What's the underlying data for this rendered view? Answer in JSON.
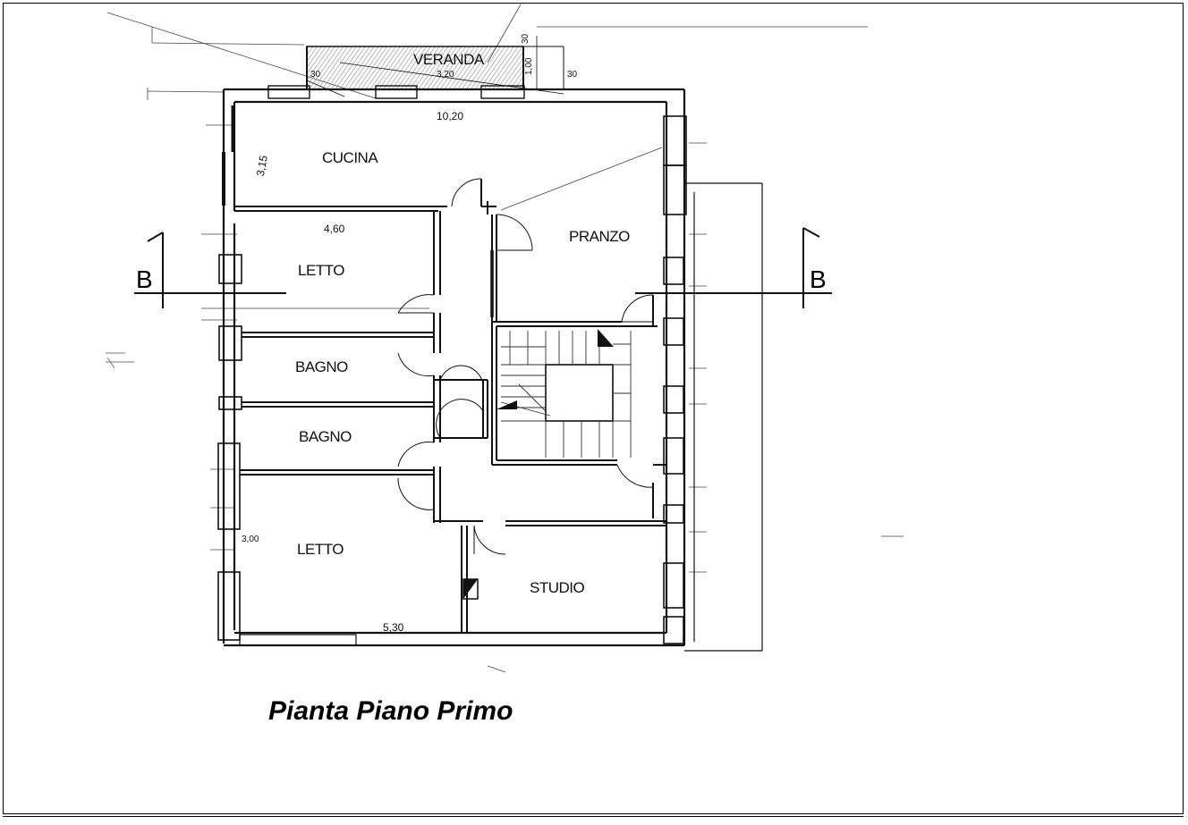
{
  "title": "Pianta Piano Primo",
  "rooms": {
    "veranda": "VERANDA",
    "cucina": "CUCINA",
    "pranzo": "PRANZO",
    "letto_top": "LETTO",
    "bagno_1": "BAGNO",
    "bagno_2": "BAGNO",
    "letto_bottom": "LETTO",
    "studio": "STUDIO"
  },
  "dimensions": {
    "facade_width": "10,20",
    "kitchen_depth": "3,15",
    "bedroom_width": "4,60",
    "bottom_width": "5,30",
    "bedroom_depth": "3,00",
    "veranda_depth": "1,00",
    "veranda_length": "3,20",
    "veranda_offset_a": "30",
    "veranda_offset_b": "30",
    "veranda_offset_c": "30"
  },
  "section_markers": {
    "left": "B",
    "right": "B"
  },
  "colors": {
    "ink": "#111111",
    "hatch": "#9a9a9a"
  }
}
